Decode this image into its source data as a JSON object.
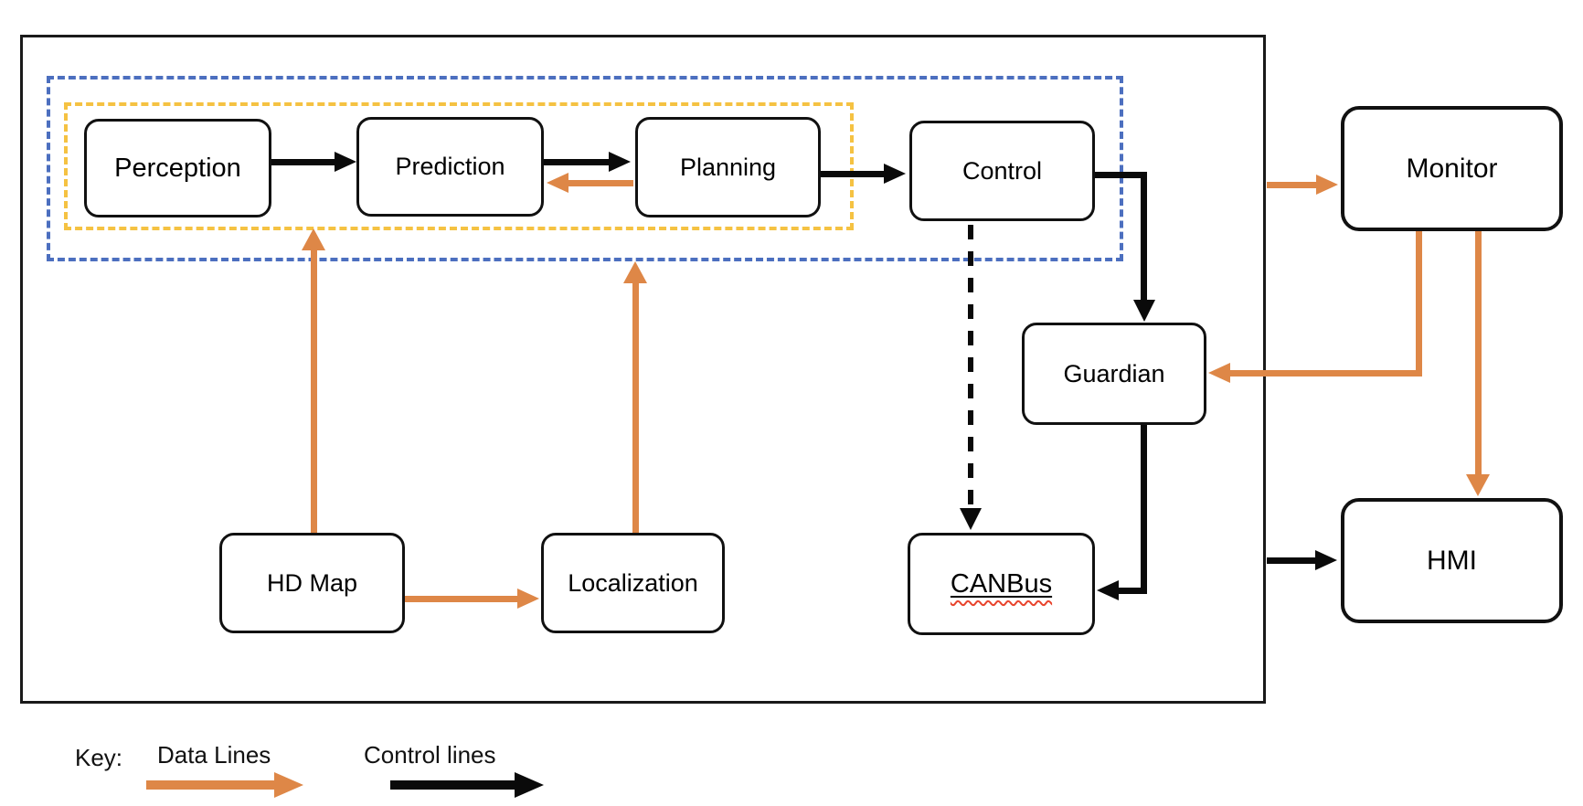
{
  "diagram": {
    "nodes": {
      "perception": {
        "label": "Perception"
      },
      "prediction": {
        "label": "Prediction"
      },
      "planning": {
        "label": "Planning"
      },
      "control": {
        "label": "Control"
      },
      "guardian": {
        "label": "Guardian"
      },
      "canbus": {
        "label": "CANBus"
      },
      "hdmap": {
        "label": "HD Map"
      },
      "localization": {
        "label": "Localization"
      },
      "monitor": {
        "label": "Monitor"
      },
      "hmi": {
        "label": "HMI"
      }
    },
    "groups": {
      "blue_dashed": {
        "color": "#4c6fbf",
        "contains": [
          "Perception",
          "Prediction",
          "Planning",
          "Control"
        ]
      },
      "yellow_dashed": {
        "color": "#f5c242",
        "contains": [
          "Perception",
          "Prediction",
          "Planning"
        ]
      }
    },
    "edges": [
      {
        "from": "Perception",
        "to": "Prediction",
        "type": "control",
        "style": "solid"
      },
      {
        "from": "Prediction",
        "to": "Planning",
        "type": "control",
        "style": "solid"
      },
      {
        "from": "Planning",
        "to": "Control",
        "type": "control",
        "style": "solid"
      },
      {
        "from": "Planning",
        "to": "Prediction",
        "type": "data",
        "style": "solid"
      },
      {
        "from": "Control",
        "to": "Guardian",
        "type": "control",
        "style": "solid"
      },
      {
        "from": "Control",
        "to": "CANBus",
        "type": "control",
        "style": "dashed"
      },
      {
        "from": "Guardian",
        "to": "CANBus",
        "type": "control",
        "style": "solid"
      },
      {
        "from": "HD Map",
        "to": "yellow-dashed-group",
        "type": "data",
        "style": "solid"
      },
      {
        "from": "Localization",
        "to": "blue-dashed-group",
        "type": "data",
        "style": "solid"
      },
      {
        "from": "HD Map",
        "to": "Localization",
        "type": "data",
        "style": "solid"
      },
      {
        "from": "system-box",
        "to": "Monitor",
        "type": "data",
        "style": "solid"
      },
      {
        "from": "Monitor",
        "to": "Guardian",
        "type": "data",
        "style": "solid"
      },
      {
        "from": "Monitor",
        "to": "HMI",
        "type": "data",
        "style": "solid"
      },
      {
        "from": "system-box",
        "to": "HMI",
        "type": "control",
        "style": "solid"
      }
    ],
    "legend": {
      "key_label": "Key:",
      "items": [
        {
          "label": "Data Lines",
          "color": "#de8747"
        },
        {
          "label": "Control lines",
          "color": "#0a0a0a"
        }
      ]
    },
    "colors": {
      "data_line": "#de8747",
      "control_line": "#0a0a0a",
      "blue_group_border": "#4c6fbf",
      "yellow_group_border": "#f5c242",
      "spellcheck_squiggle": "#e8442d",
      "node_border": "#111111",
      "background": "#ffffff"
    }
  }
}
